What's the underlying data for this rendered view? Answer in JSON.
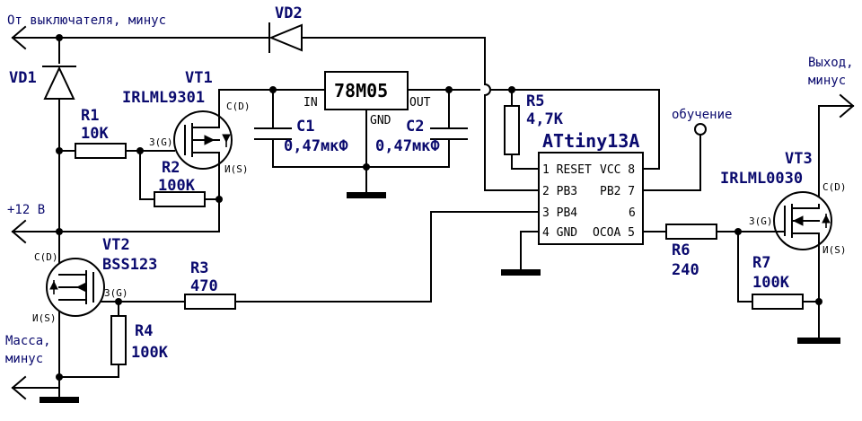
{
  "terminals": {
    "switch_minus": "От выключателя, минус",
    "plus12": "+12 В",
    "ground_minus_1": "Масса,",
    "ground_minus_2": "минус",
    "output_1": "Выход,",
    "output_2": "минус",
    "learning": "обучение"
  },
  "components": {
    "vd1": "VD1",
    "vd2": "VD2",
    "vt1_ref": "VT1",
    "vt1_type": "IRLML9301",
    "vt2_ref": "VT2",
    "vt2_type": "BSS123",
    "vt3_ref": "VT3",
    "vt3_type": "IRLML0030",
    "r1_ref": "R1",
    "r1_val": "10K",
    "r2_ref": "R2",
    "r2_val": "100K",
    "r3_ref": "R3",
    "r3_val": "470",
    "r4_ref": "R4",
    "r4_val": "100K",
    "r5_ref": "R5",
    "r5_val": "4,7K",
    "r6_ref": "R6",
    "r6_val": "240",
    "r7_ref": "R7",
    "r7_val": "100K",
    "c1_ref": "C1",
    "c1_val": "0,47мкФ",
    "c2_ref": "C2",
    "c2_val": "0,47мкФ"
  },
  "transistor_pins": {
    "drain": "С(D)",
    "source": "И(S)",
    "gate": "З(G)"
  },
  "regulator": {
    "name": "78M05",
    "in": "IN",
    "out": "OUT",
    "gnd": "GND"
  },
  "mcu": {
    "name": "ATtiny13A",
    "left_pins": [
      "1 RESET",
      "2 PB3",
      "3 PB4",
      "4 GND"
    ],
    "right_pins": [
      "VCC 8",
      "PB2 7",
      "6",
      "OCOA 5"
    ]
  }
}
